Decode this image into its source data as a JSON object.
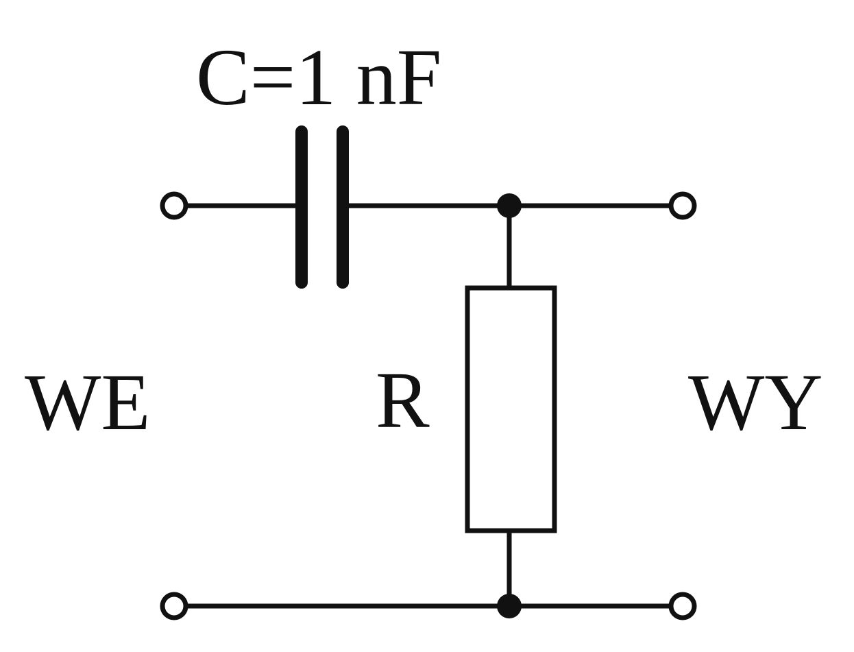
{
  "labels": {
    "capacitor": "C=1 nF",
    "resistor": "R",
    "input": "WE",
    "output": "WY"
  },
  "colors": {
    "ink": "#111111",
    "background": "#ffffff"
  }
}
